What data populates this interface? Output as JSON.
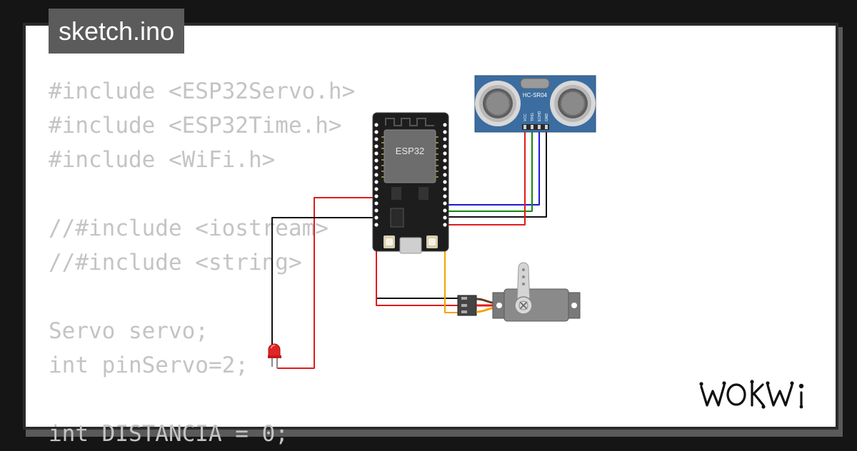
{
  "header": {
    "filename": "sketch.ino"
  },
  "code": {
    "lines": [
      "#include <ESP32Servo.h>",
      "#include <ESP32Time.h>",
      "#include <WiFi.h>",
      "",
      "//#include <iostream>",
      "//#include <string>",
      "",
      "Servo servo;",
      "int pinServo=2;",
      "",
      "int DISTANCIA = 0;"
    ]
  },
  "components": {
    "esp32_label": "ESP32",
    "sensor_label": "HC-SR04",
    "sensor_pins": [
      "VCC",
      "TRIG",
      "ECHO",
      "GND"
    ]
  },
  "brand": {
    "logo_text": "WOKWi"
  },
  "colors": {
    "background": "#151515",
    "card": "#ffffff",
    "code_text": "#c4c4c4",
    "tab": "#5b5b5b",
    "wire_red": "#e01b1b",
    "wire_blue": "#1a1ad6",
    "wire_green": "#118811",
    "wire_black": "#111111",
    "wire_orange": "#f5a300",
    "sensor_blue": "#3b6da0"
  }
}
